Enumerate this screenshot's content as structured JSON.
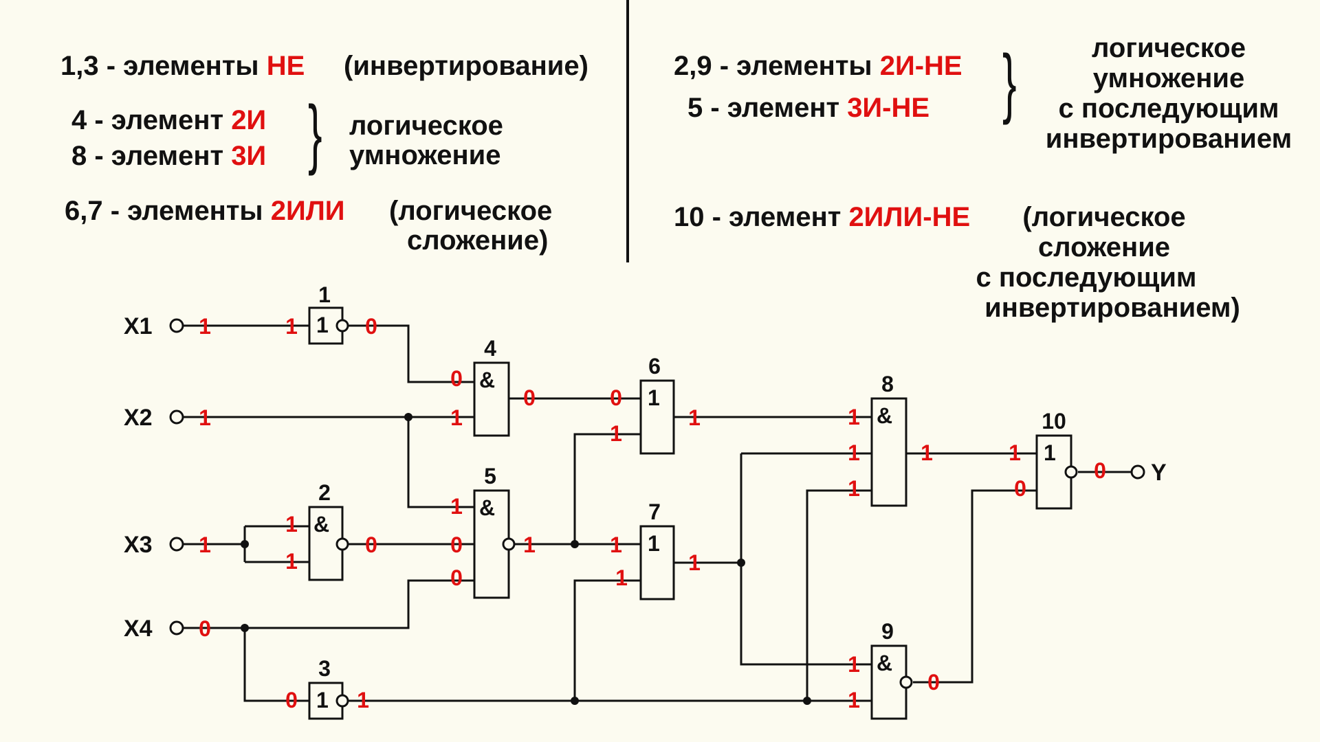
{
  "legend": {
    "left": {
      "row1": {
        "prefix": "1,3 - элементы ",
        "name": "НЕ",
        "note": "(инвертирование)"
      },
      "row2": {
        "prefix": "4 - элемент ",
        "name": "2И"
      },
      "row3": {
        "prefix": "8 - элемент ",
        "name": "3И"
      },
      "group_note": [
        "логическое",
        "умножение"
      ],
      "row4": {
        "prefix": "6,7 - элементы ",
        "name": "2ИЛИ",
        "note": [
          "(логическое",
          "сложение)"
        ]
      }
    },
    "right": {
      "row1": {
        "prefix": "2,9 - элементы ",
        "name": "2И-НЕ"
      },
      "row2": {
        "prefix": "5 - элемент ",
        "name": "3И-НЕ"
      },
      "group_note": [
        "логическое",
        "умножение",
        "с последующим",
        "инвертированием"
      ],
      "row3": {
        "prefix": "10 - элемент ",
        "name": "2ИЛИ-НЕ",
        "note": [
          "(логическое",
          "сложение",
          "с последующим",
          "инвертированием)"
        ]
      }
    },
    "brace_char": "}"
  },
  "colors": {
    "line": "#111111",
    "signal": "#e01010",
    "background": "#fcfbf0"
  },
  "inputs": [
    {
      "id": "X1",
      "label": "X1",
      "value": "1"
    },
    {
      "id": "X2",
      "label": "X2",
      "value": "1"
    },
    {
      "id": "X3",
      "label": "X3",
      "value": "1"
    },
    {
      "id": "X4",
      "label": "X4",
      "value": "0"
    }
  ],
  "output": {
    "label": "Y",
    "value": "0"
  },
  "gates": [
    {
      "id": "1",
      "num": "1",
      "symbol": "1",
      "inverted": true
    },
    {
      "id": "2",
      "num": "2",
      "symbol": "&",
      "inverted": true
    },
    {
      "id": "3",
      "num": "3",
      "symbol": "1",
      "inverted": true
    },
    {
      "id": "4",
      "num": "4",
      "symbol": "&",
      "inverted": false
    },
    {
      "id": "5",
      "num": "5",
      "symbol": "&",
      "inverted": true
    },
    {
      "id": "6",
      "num": "6",
      "symbol": "1",
      "inverted": false
    },
    {
      "id": "7",
      "num": "7",
      "symbol": "1",
      "inverted": false
    },
    {
      "id": "8",
      "num": "8",
      "symbol": "&",
      "inverted": false
    },
    {
      "id": "9",
      "num": "9",
      "symbol": "&",
      "inverted": true
    },
    {
      "id": "10",
      "num": "10",
      "symbol": "1",
      "inverted": true
    }
  ],
  "signals": [
    {
      "id": "x1-in",
      "value": "1"
    },
    {
      "id": "g1-in",
      "value": "1"
    },
    {
      "id": "g1-out",
      "value": "0"
    },
    {
      "id": "x2-in",
      "value": "1"
    },
    {
      "id": "g4-in1",
      "value": "0"
    },
    {
      "id": "g4-in2",
      "value": "1"
    },
    {
      "id": "g4-out",
      "value": "0"
    },
    {
      "id": "g6-in1",
      "value": "0"
    },
    {
      "id": "g6-in2",
      "value": "1"
    },
    {
      "id": "g6-out",
      "value": "1"
    },
    {
      "id": "x3-in",
      "value": "1"
    },
    {
      "id": "g2-in1",
      "value": "1"
    },
    {
      "id": "g2-in2",
      "value": "1"
    },
    {
      "id": "g2-out",
      "value": "0"
    },
    {
      "id": "g5-in1",
      "value": "1"
    },
    {
      "id": "g5-in2",
      "value": "0"
    },
    {
      "id": "g5-in3",
      "value": "0"
    },
    {
      "id": "g5-out",
      "value": "1"
    },
    {
      "id": "g7-in1",
      "value": "1"
    },
    {
      "id": "g7-in2",
      "value": "1"
    },
    {
      "id": "g7-out",
      "value": "1"
    },
    {
      "id": "x4-in",
      "value": "0"
    },
    {
      "id": "g3-in",
      "value": "0"
    },
    {
      "id": "g3-out",
      "value": "1"
    },
    {
      "id": "g8-in1",
      "value": "1"
    },
    {
      "id": "g8-in2",
      "value": "1"
    },
    {
      "id": "g8-in3",
      "value": "1"
    },
    {
      "id": "g8-out",
      "value": "1"
    },
    {
      "id": "g9-in1",
      "value": "1"
    },
    {
      "id": "g9-in2",
      "value": "1"
    },
    {
      "id": "g9-out",
      "value": "0"
    },
    {
      "id": "g10-in1",
      "value": "1"
    },
    {
      "id": "g10-in2",
      "value": "0"
    },
    {
      "id": "g10-out",
      "value": "0"
    }
  ]
}
